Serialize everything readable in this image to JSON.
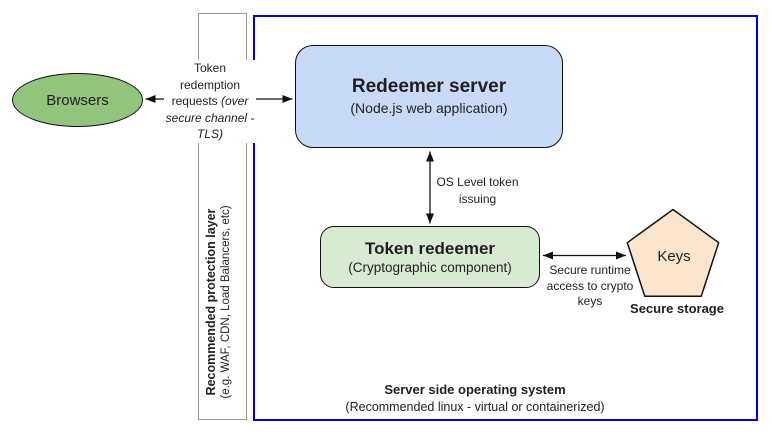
{
  "colors": {
    "browsers_fill": "#93c47d",
    "redeemer_server_fill": "#c9daf8",
    "token_redeemer_fill": "#d9ead3",
    "keys_fill": "#fce5cd",
    "os_box_border": "#0000e0",
    "protection_box_border": "#9a9a9a",
    "shape_stroke": "#111111",
    "text_color": "#1f1f1f"
  },
  "nodes": {
    "browsers": {
      "label": "Browsers"
    },
    "redeemer_server": {
      "title": "Redeemer server",
      "subtitle": "(Node.js web application)"
    },
    "token_redeemer": {
      "title": "Token redeemer",
      "subtitle": "(Cryptographic component)"
    },
    "keys": {
      "label": "Keys",
      "caption": "Secure storage"
    },
    "protection_layer": {
      "title": "Recommended protection layer",
      "subtitle": "(e.g. WAF, CDN, Load Balancers, etc)"
    },
    "os_container": {
      "title": "Server side operating system",
      "subtitle": "(Recommended linux - virtual or containerized)"
    }
  },
  "edges": {
    "browsers_to_redeemer": {
      "label_plain": "Token redemption requests ",
      "label_italic": "(over secure channel - TLS)"
    },
    "redeemer_to_token_redeemer": {
      "label": "OS Level token issuing"
    },
    "token_redeemer_to_keys": {
      "label": "Secure runtime access to crypto keys"
    }
  }
}
